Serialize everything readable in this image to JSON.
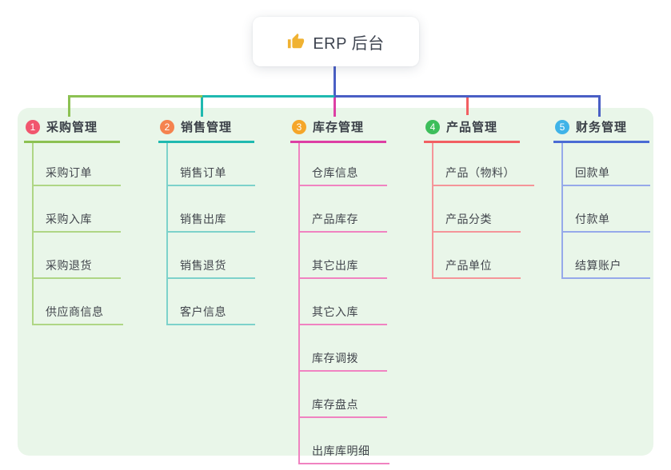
{
  "root": {
    "title": "ERP 后台",
    "icon": "thumbs-up-icon"
  },
  "panel_color": "#E9F6E9",
  "connectors": {
    "root_drop": "#4A5FC5",
    "seg_left": "#8CC152",
    "seg_mid": "#1FB9B0",
    "seg_right": "#4A5FC5",
    "drop_1": "#8CC152",
    "drop_2": "#1FB9B0",
    "drop_3": "#DD3FA4",
    "drop_4": "#F25F62",
    "drop_5": "#4A5FC5"
  },
  "branches": [
    {
      "index": "1",
      "title": "采购管理",
      "badge_color": "#F1566E",
      "line_color": "#8CC152",
      "child_line_color": "#AFD685",
      "children": [
        "采购订单",
        "采购入库",
        "采购退货",
        "供应商信息"
      ]
    },
    {
      "index": "2",
      "title": "销售管理",
      "badge_color": "#F5834F",
      "line_color": "#1FB9B0",
      "child_line_color": "#7DD2CB",
      "children": [
        "销售订单",
        "销售出库",
        "销售退货",
        "客户信息"
      ]
    },
    {
      "index": "3",
      "title": "库存管理",
      "badge_color": "#F5A62A",
      "line_color": "#DD3FA4",
      "child_line_color": "#F083C1",
      "children": [
        "仓库信息",
        "产品库存",
        "其它出库",
        "其它入库",
        "库存调拨",
        "库存盘点",
        "出库库明细"
      ]
    },
    {
      "index": "4",
      "title": "产品管理",
      "badge_color": "#3DBE5B",
      "line_color": "#F25F62",
      "child_line_color": "#F59599",
      "children": [
        "产品（物料）",
        "产品分类",
        "产品单位"
      ]
    },
    {
      "index": "5",
      "title": "财务管理",
      "badge_color": "#3FB3E8",
      "line_color": "#4A6BD4",
      "child_line_color": "#96A9EA",
      "children": [
        "回款单",
        "付款单",
        "结算账户"
      ]
    }
  ]
}
